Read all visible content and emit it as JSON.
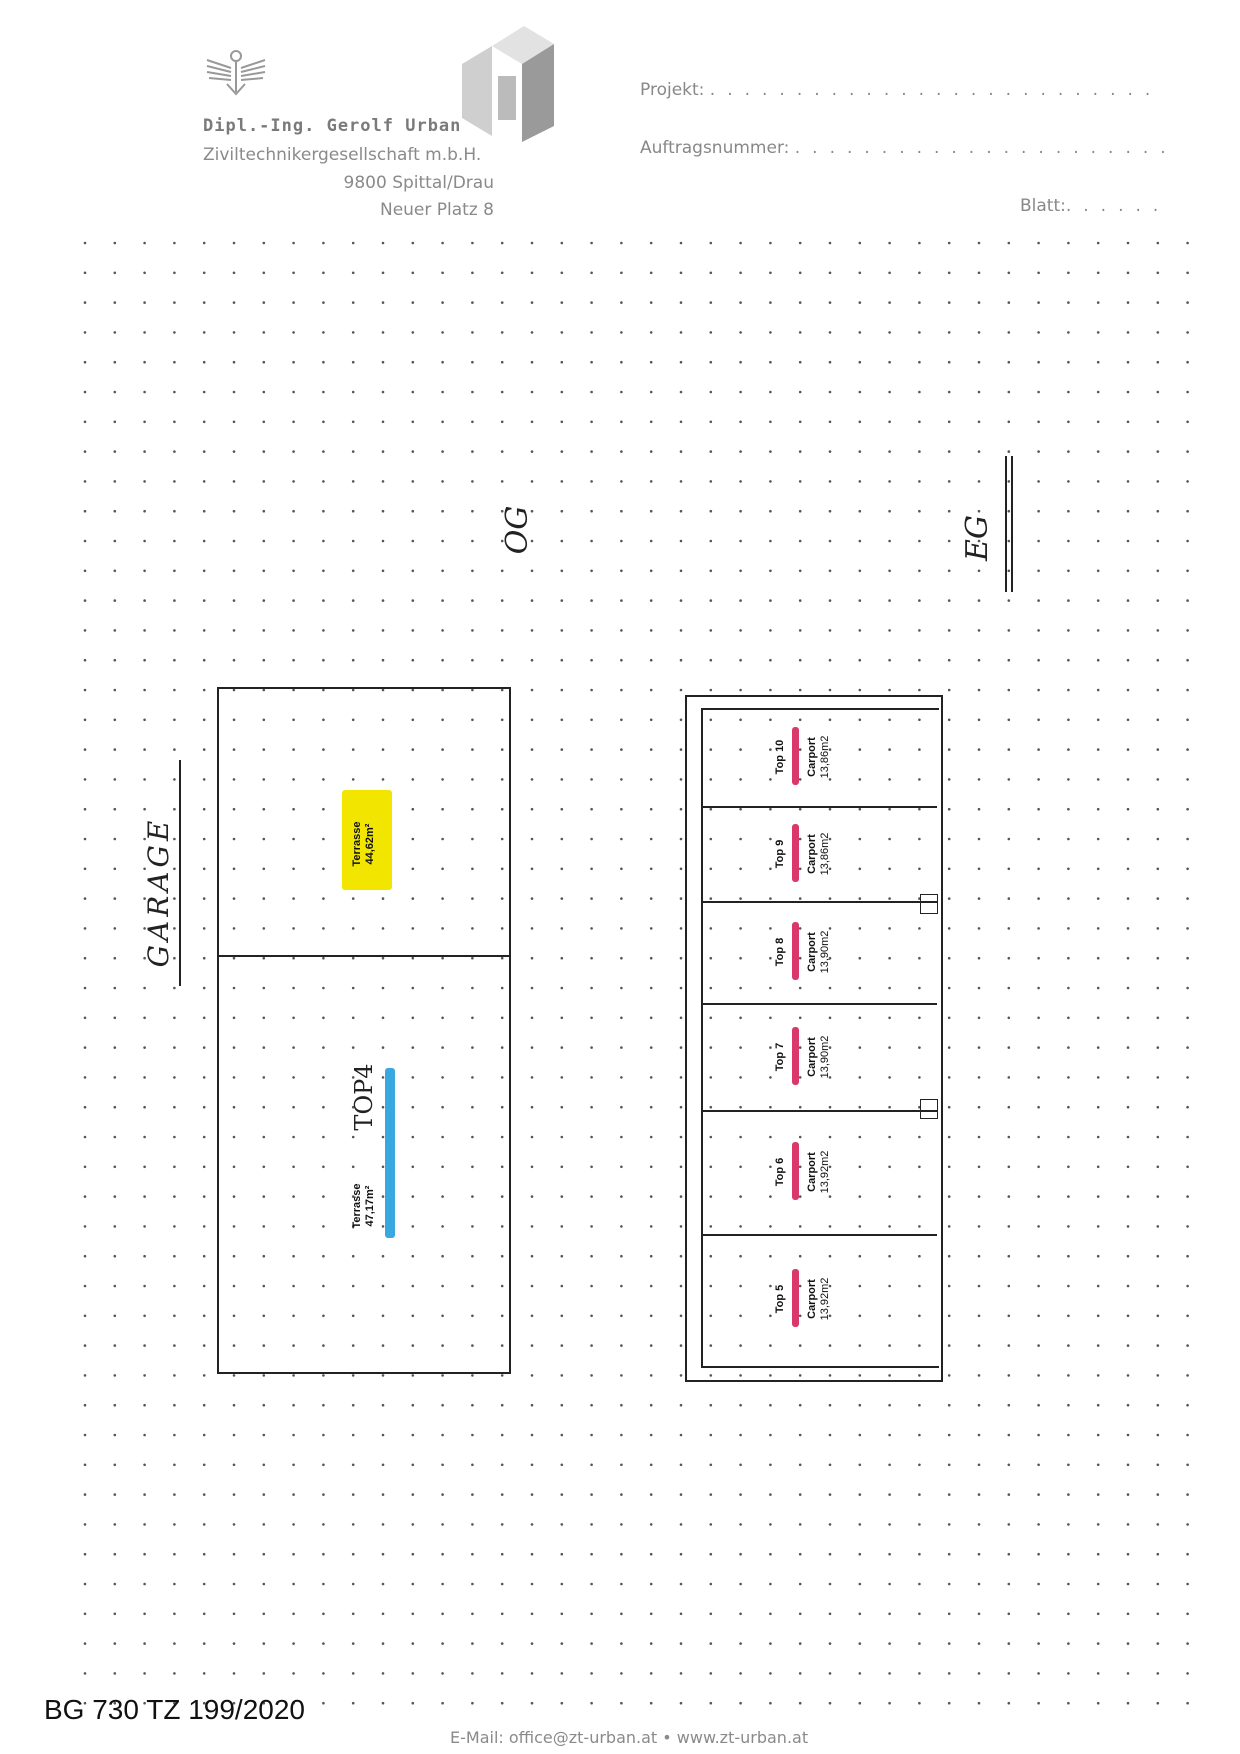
{
  "header": {
    "firm_name": "Dipl.-Ing. Gerolf Urban",
    "firm_type": "Ziviltechnikergesellschaft m.b.H.",
    "city": "9800 Spittal/Drau",
    "street": "Neuer Platz 8",
    "projekt_label": "Projekt:",
    "auftrag_label": "Auftragsnummer:",
    "blatt_label": "Blatt:",
    "logo_icons": [
      "austrian-eagle-icon",
      "zt-urban-block-logo"
    ]
  },
  "drawing": {
    "og_label": "OG",
    "eg_label": "EG",
    "garage_label": "GARAGE",
    "og": {
      "top4_label": "TOP4",
      "terrace_upper": {
        "name": "Terrasse",
        "area": "44,62m²",
        "highlight": "#f2e600"
      },
      "terrace_lower": {
        "name": "Terrasse",
        "area": "47,17m²",
        "highlight": "#3aa8e0"
      }
    },
    "eg": {
      "highlight": "#d8386a",
      "carports": [
        {
          "top": "Top 10",
          "name": "Carport",
          "area": "13,86m2"
        },
        {
          "top": "Top 9",
          "name": "Carport",
          "area": "13,86m2"
        },
        {
          "top": "Top 8",
          "name": "Carport",
          "area": "13,90m2"
        },
        {
          "top": "Top 7",
          "name": "Carport",
          "area": "13,90m2"
        },
        {
          "top": "Top 6",
          "name": "Carport",
          "area": "13,92m2"
        },
        {
          "top": "Top 5",
          "name": "Carport",
          "area": "13,92m2"
        }
      ]
    }
  },
  "footer": {
    "reference": "BG 730 TZ 199/2020",
    "contact": "E-Mail: office@zt-urban.at • www.zt-urban.at"
  }
}
